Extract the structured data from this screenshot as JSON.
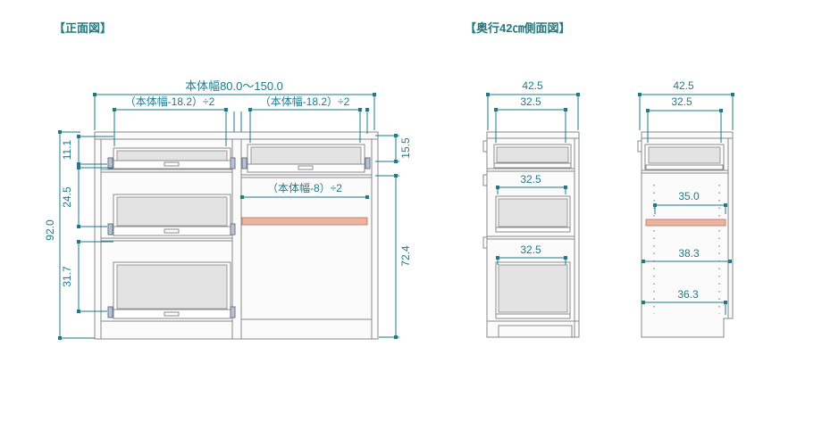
{
  "titles": {
    "front": "【正面図】",
    "side": "【奥行42㎝側面図】"
  },
  "front": {
    "width_range": "本体幅80.0～150.0",
    "left_door_width": "（本体幅-18.2）÷2",
    "right_door_width": "（本体幅-18.2）÷2",
    "open_width": "（本体幅-8）÷2",
    "height": "92.0",
    "h_top": "11.1",
    "h_mid": "24.5",
    "h_bottom": "31.7",
    "right_h_top": "15.5",
    "right_h_open": "72.4"
  },
  "side1": {
    "depth": "42.5",
    "inner_top": "32.5",
    "inner_mid": "32.5",
    "inner_bottom": "32.5"
  },
  "side2": {
    "depth": "42.5",
    "inner_top": "32.5",
    "shelf": "35.0",
    "inner_mid": "38.3",
    "inner_bottom": "36.3"
  },
  "colors": {
    "dimension_teal": "#1e7a8c",
    "drawing_gray": "#8a8a8a",
    "glass_fill": "#e3e3e3",
    "shelf_highlight": "#ecb39f",
    "hinge_fill": "#b9c3d4"
  }
}
